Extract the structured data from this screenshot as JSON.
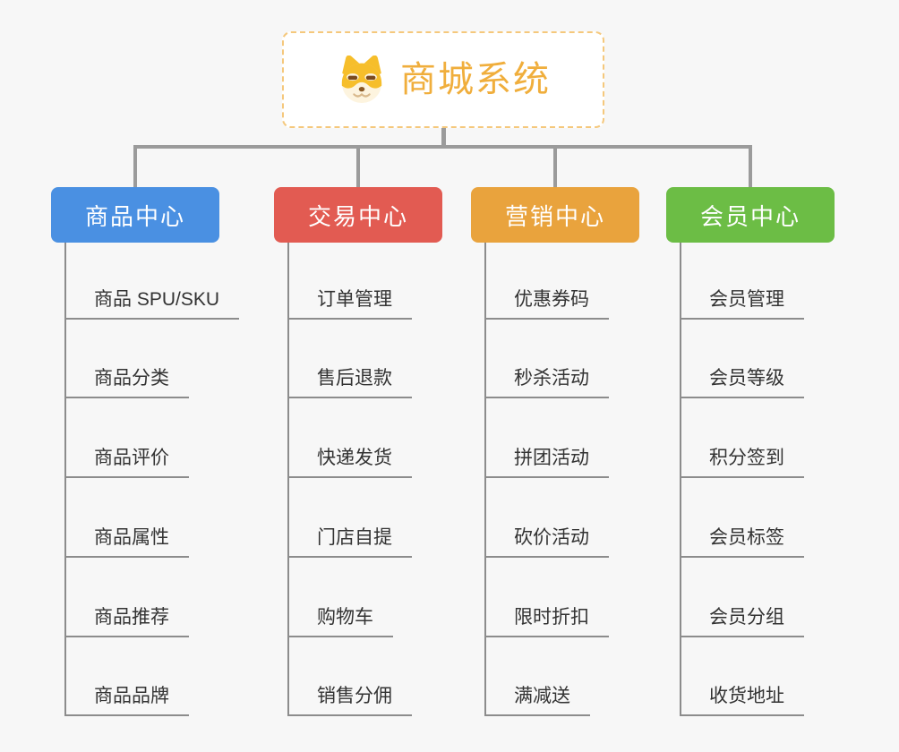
{
  "root": {
    "title": "商城系统",
    "icon": "doge-icon",
    "text_color": "#F0AE3C",
    "border_color": "#F5C87C"
  },
  "connector_color": "#9B9B9B",
  "background_color": "#F7F7F7",
  "branches": [
    {
      "label": "商品中心",
      "color": "#4A90E2",
      "children": [
        "商品 SPU/SKU",
        "商品分类",
        "商品评价",
        "商品属性",
        "商品推荐",
        "商品品牌"
      ]
    },
    {
      "label": "交易中心",
      "color": "#E25B52",
      "children": [
        "订单管理",
        "售后退款",
        "快递发货",
        "门店自提",
        "购物车",
        "销售分佣"
      ]
    },
    {
      "label": "营销中心",
      "color": "#E9A33D",
      "children": [
        "优惠券码",
        "秒杀活动",
        "拼团活动",
        "砍价活动",
        "限时折扣",
        "满减送"
      ]
    },
    {
      "label": "会员中心",
      "color": "#6CBD45",
      "children": [
        "会员管理",
        "会员等级",
        "积分签到",
        "会员标签",
        "会员分组",
        "收货地址"
      ]
    }
  ]
}
